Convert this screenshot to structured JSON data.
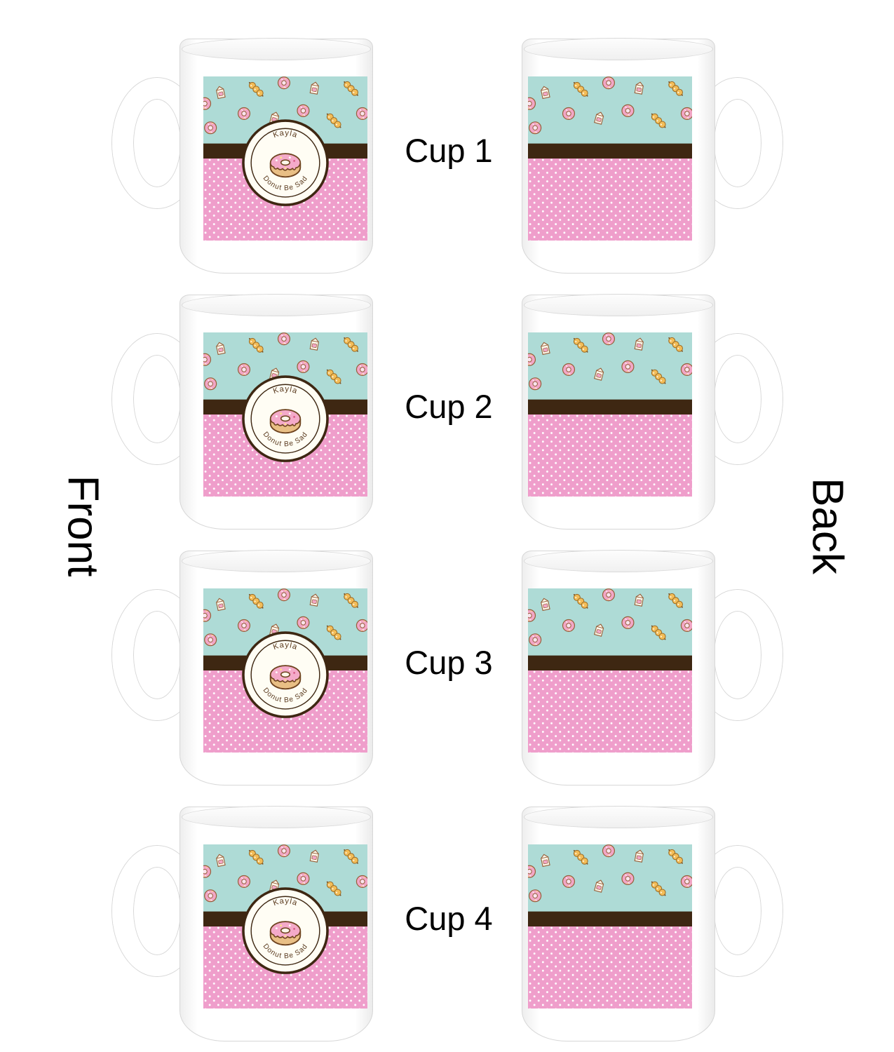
{
  "view_labels": {
    "front": "Front",
    "back": "Back"
  },
  "cups": [
    {
      "label": "Cup 1"
    },
    {
      "label": "Cup 2"
    },
    {
      "label": "Cup 3"
    },
    {
      "label": "Cup 4"
    }
  ],
  "design": {
    "name_text": "Kayla",
    "slogan_text": "Donut Be Sad",
    "colors": {
      "teal": "#aedbd6",
      "pink": "#ef9ecb",
      "brown": "#3e2712",
      "badge_bg": "#fffdf4",
      "badge_text": "#5a3a1e",
      "dot": "#ffffff"
    }
  }
}
